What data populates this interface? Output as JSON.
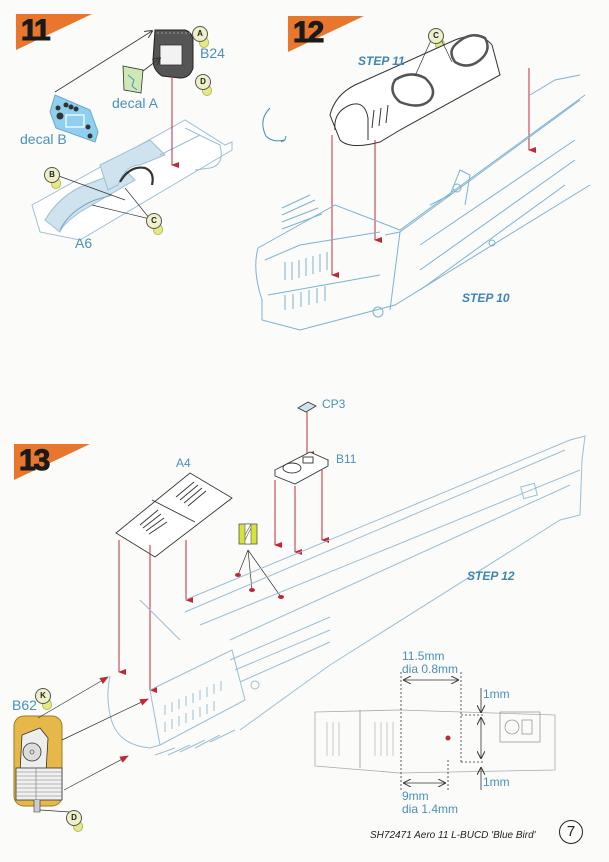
{
  "document": {
    "type": "assembly instructions sheet",
    "accent_color": "#e8762d",
    "label_color": "#4a90b8",
    "arrow_color": "#c0283a"
  },
  "steps": [
    {
      "number": "11",
      "parts": [
        "B24",
        "decal A",
        "decal B",
        "A6"
      ],
      "callouts": [
        "A",
        "D",
        "B",
        "C"
      ]
    },
    {
      "number": "12",
      "ref_labels": [
        "STEP 11",
        "STEP 10"
      ],
      "callouts": [
        "C"
      ]
    },
    {
      "number": "13",
      "parts": [
        "CP3",
        "B11",
        "A4",
        "B62"
      ],
      "ref_labels": [
        "STEP 12"
      ],
      "callouts": [
        "K",
        "D"
      ],
      "measurements": {
        "top_length": "11.5mm",
        "top_diameter": "dia 0.8mm",
        "bottom_length": "9mm",
        "bottom_diameter": "dia 1.4mm",
        "offset_top": "1mm",
        "offset_bottom": "1mm"
      }
    }
  ],
  "footer": {
    "title": "SH72471 Aero 11 L-BUCD 'Blue Bird'",
    "page_number": "7"
  }
}
